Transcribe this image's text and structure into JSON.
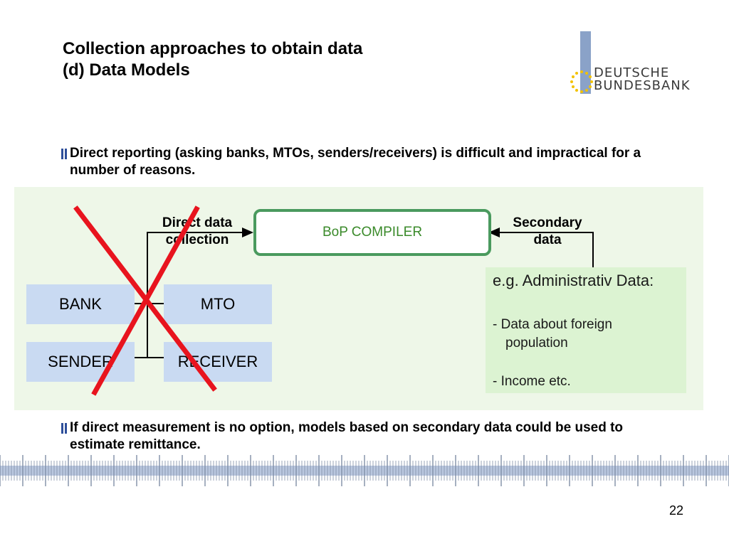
{
  "slide": {
    "title_line1": "Collection approaches to obtain data",
    "title_line2": "(d) Data Models",
    "page_number": "22"
  },
  "logo": {
    "line1": "DEUTSCHE",
    "line2": "BUNDESBANK"
  },
  "bullets": [
    {
      "mark": "❚",
      "text": "Direct reporting (asking banks, MTOs, senders/receivers) is difficult and impractical for a number of reasons."
    },
    {
      "mark": "❚",
      "text": "If direct measurement is no option, models based on secondary data could be used to estimate remittance."
    }
  ],
  "diagram": {
    "entities": [
      "BANK",
      "MTO",
      "SENDER",
      "RECEIVER"
    ],
    "compiler": "BoP COMPILER",
    "label_direct_line1": "Direct data",
    "label_direct_line2": "collection",
    "label_secondary_line1": "Secondary",
    "label_secondary_line2": "data",
    "admin_title": "e.g. Administrativ Data:",
    "admin_item1_line1": "- Data about foreign",
    "admin_item1_line2": "population",
    "admin_item2": "- Income etc."
  },
  "colors": {
    "entity_fill": "#c9daf2",
    "compiler_border": "#4a9a5e",
    "compiler_text": "#3a8a2a",
    "cross": "#e8141e",
    "panel": "#eef7e8",
    "admin_fill": "#dcf3d2",
    "bullet": "#2e4f9a",
    "logo_bar": "#8aa2c8",
    "logo_stars": "#f2c200"
  }
}
